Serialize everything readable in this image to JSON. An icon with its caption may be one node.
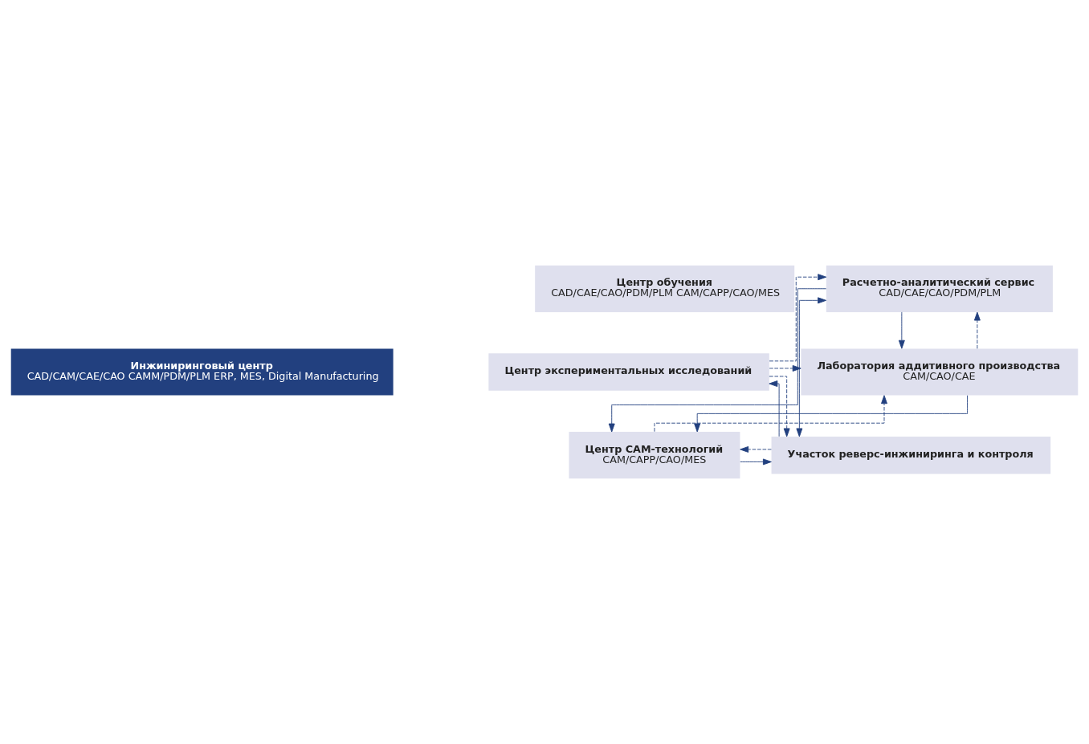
{
  "diagram": {
    "nodes": [
      {
        "text": [
          "Центр обучения",
          "CAD/CAE/CAO/PDM/PLM CAM/CAPP/CAO/MES"
        ]
      },
      {
        "text": [
          "Инжиниринговый центр",
          "CAD/CAM/CAE/CAO CAMM/PDM/PLM ERP, MES, Digital Manufacturing"
        ]
      },
      {
        "text": [
          "Расчетно-аналитический сервис",
          "CAD/CAE/CAO/PDM/PLM"
        ]
      },
      {
        "text": [
          "Центр экспериментальных исследований"
        ]
      },
      {
        "text": [
          "Лаборатория аддитивного производства",
          "CAM/CAO/CAE"
        ]
      },
      {
        "text": [
          "Участок реверс-инжиниринга и контроля"
        ]
      },
      {
        "text": [
          "Центр CAM-технологий",
          "CAM/CAPP/CAO/MES"
        ]
      }
    ],
    "edges": [
      {
        "from": 5,
        "to": 2,
        "arrow": "both"
      },
      {
        "from": 3,
        "to": 2,
        "arrow": "to",
        "style": "dashed"
      },
      {
        "from": 3,
        "to": 4,
        "arrow": "to",
        "style": "dashed"
      },
      {
        "from": 2,
        "to": 6,
        "arrow": "to"
      },
      {
        "from": 2,
        "to": 4,
        "arrow": "to"
      },
      {
        "from": 4,
        "to": 2,
        "arrow": "to",
        "style": "dashed"
      },
      {
        "from": 4,
        "to": 6,
        "arrow": "to"
      },
      {
        "from": 6,
        "to": 4,
        "arrow": "to",
        "style": "dashed"
      },
      {
        "from": 3,
        "to": 5,
        "arrow": "to",
        "style": "dashed"
      },
      {
        "from": 5,
        "to": 3,
        "arrow": "to"
      },
      {
        "from": 5,
        "to": 6,
        "arrow": "to",
        "style": "dashed"
      },
      {
        "from": 6,
        "to": 5,
        "arrow": "to"
      }
    ]
  }
}
